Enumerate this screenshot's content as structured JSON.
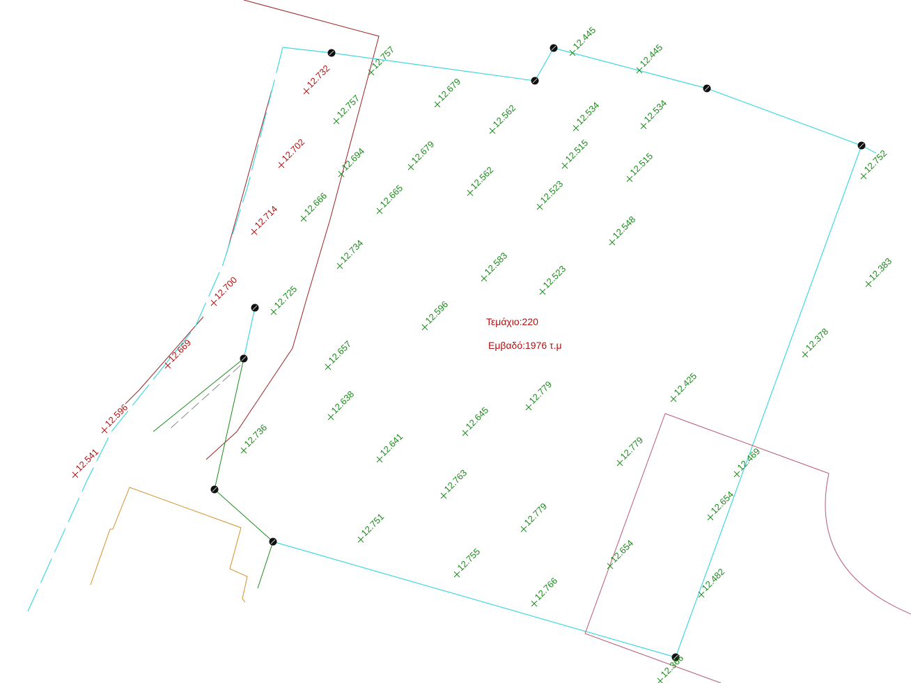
{
  "parcel": {
    "label": "Τεμάχιο:220",
    "area": "Εμβαδό:1976 τ.μ"
  },
  "colors": {
    "green": "#1a8a1a",
    "red": "#b01010",
    "cyan": "#40d8e0",
    "darkred": "#9a2222",
    "pink": "#b85a70",
    "orange": "#d4902a",
    "node": "#111111"
  },
  "elevations": {
    "green": [
      "12.757",
      "12.445",
      "12.445",
      "12.757",
      "12.679",
      "12.562",
      "12.534",
      "12.534",
      "12.752",
      "12.694",
      "12.679",
      "12.515",
      "12.515",
      "12.666",
      "12.665",
      "12.562",
      "12.523",
      "12.548",
      "12.734",
      "12.583",
      "12.523",
      "12.383",
      "12.725",
      "12.596",
      "12.378",
      "12.657",
      "12.779",
      "12.425",
      "12.638",
      "12.645",
      "12.736",
      "12.641",
      "12.779",
      "12.469",
      "12.763",
      "12.654",
      "12.751",
      "12.779",
      "12.654",
      "12.755",
      "12.482",
      "12.766",
      "12.366"
    ],
    "red": [
      "12.732",
      "12.702",
      "12.714",
      "12.700",
      "12.669",
      "12.596",
      "12.541"
    ]
  }
}
